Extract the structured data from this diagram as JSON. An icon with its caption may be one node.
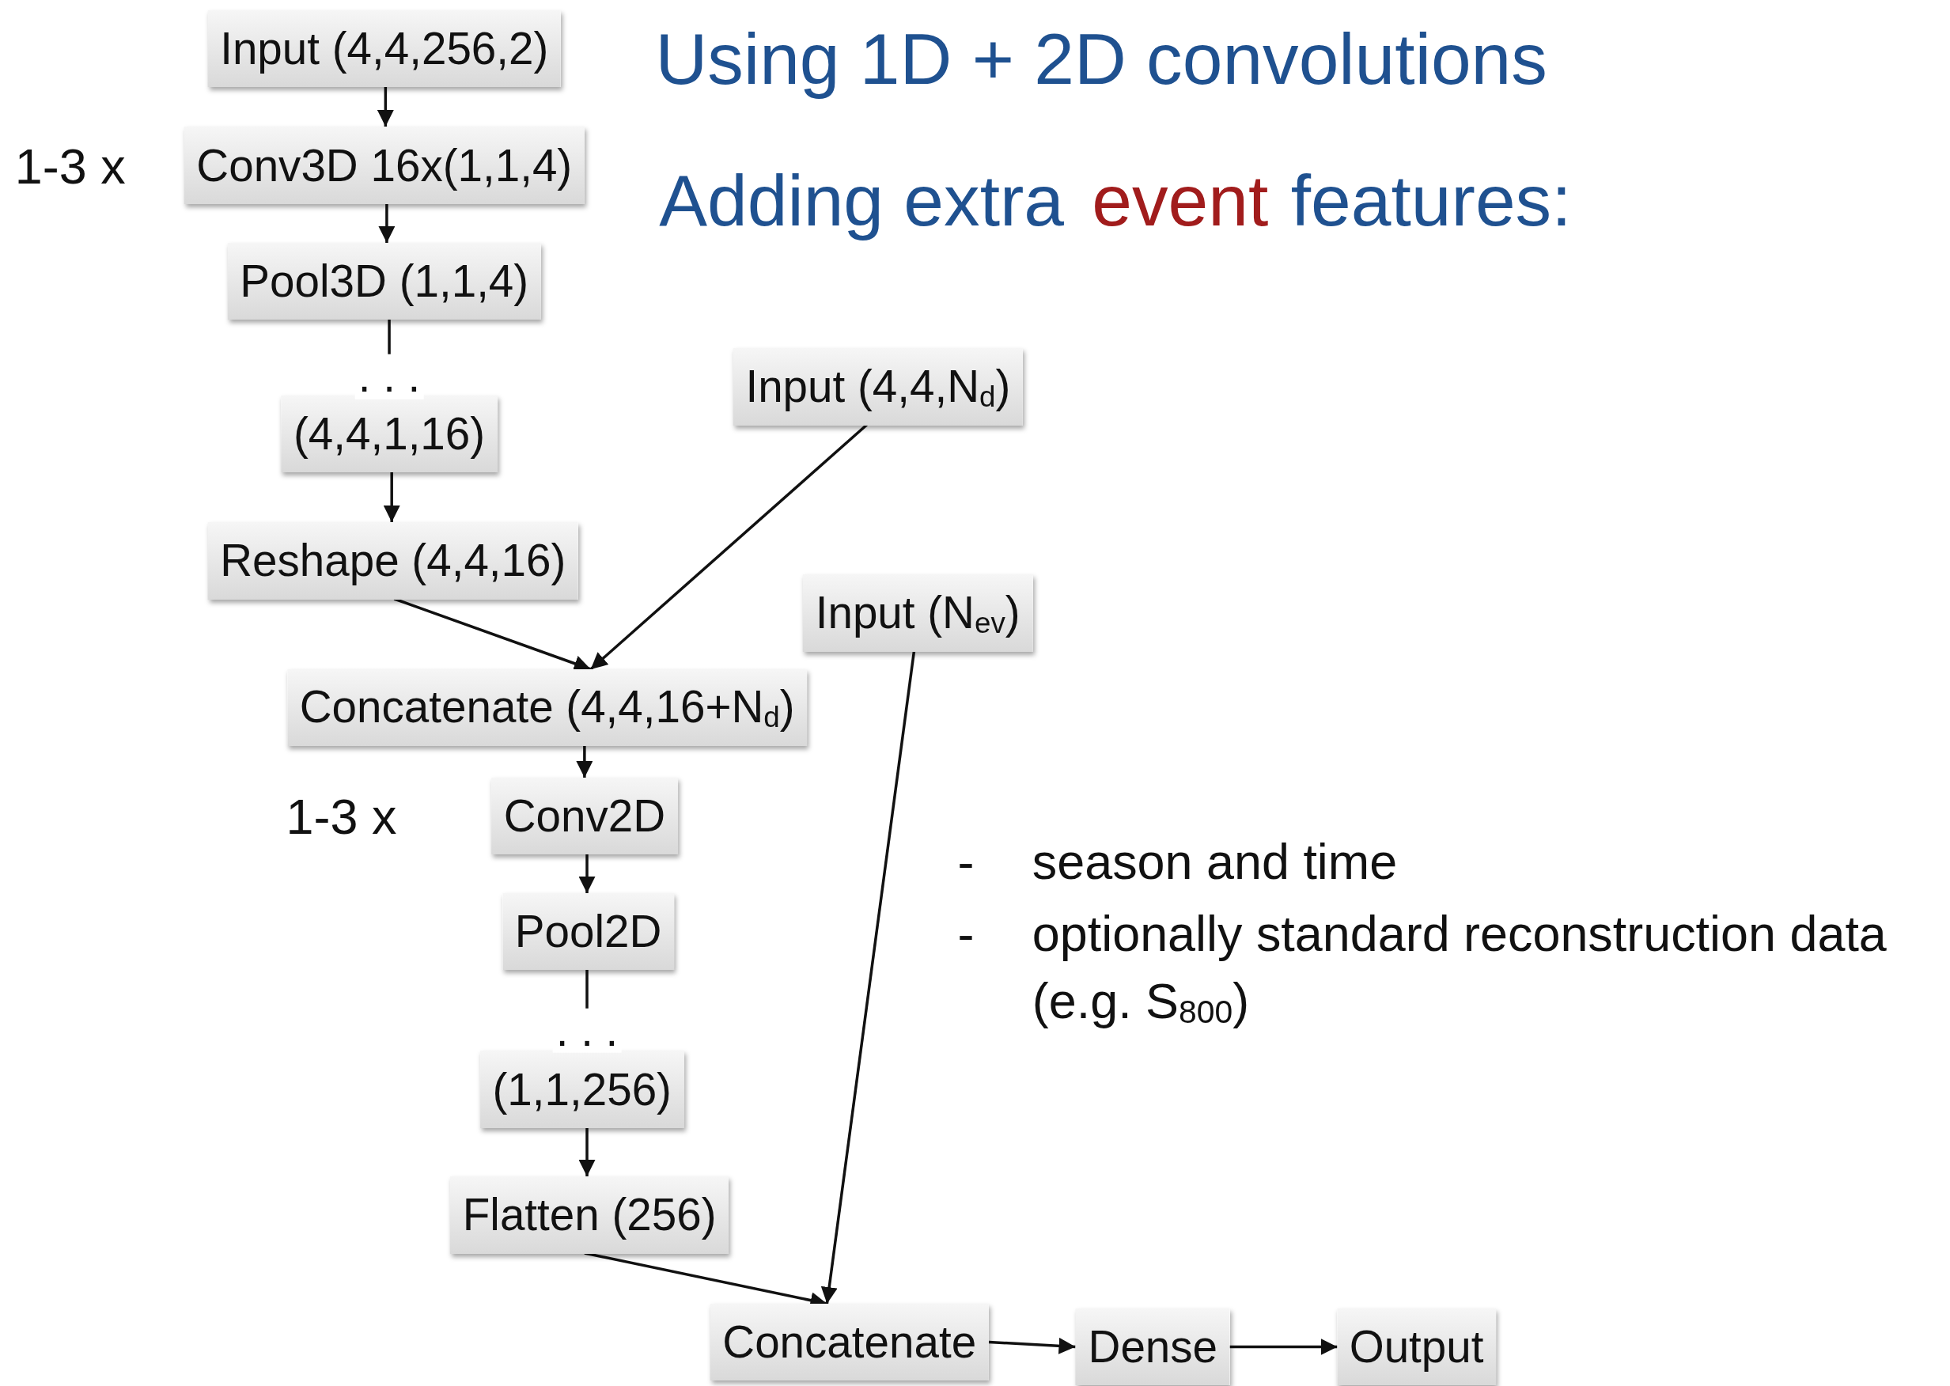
{
  "diagram": {
    "nodes": [
      {
        "text": [
          "Input (4,4,256,2)"
        ]
      },
      {
        "text": [
          "Conv3D 16x(1,1,4)"
        ]
      },
      {
        "text": [
          "Pool3D (1,1,4)"
        ]
      },
      {
        "text": [
          "(4,4,1,16)"
        ]
      },
      {
        "text": [
          "Reshape (4,4,16)"
        ]
      },
      {
        "text": [
          "Input (4,4,N$_{d}$)"
        ]
      },
      {
        "text": [
          "Input (N$_{ev}$)"
        ]
      },
      {
        "text": [
          "Concatenate (4,4,16+N$_{d}$)"
        ]
      },
      {
        "text": [
          "Conv2D"
        ]
      },
      {
        "text": [
          "Pool2D"
        ]
      },
      {
        "text": [
          "(1,1,256)"
        ]
      },
      {
        "text": [
          "Flatten (256)"
        ]
      },
      {
        "text": [
          "Concatenate"
        ]
      },
      {
        "text": [
          "Dense"
        ]
      },
      {
        "text": [
          "Output"
        ]
      }
    ],
    "edges": [
      {
        "from": 0,
        "to": 1,
        "arrow": "to"
      },
      {
        "from": 1,
        "to": 2,
        "arrow": "to"
      },
      {
        "from": 2,
        "to": 3,
        "arrow": "to",
        "label": ". . ."
      },
      {
        "from": 3,
        "to": 4,
        "arrow": "to"
      },
      {
        "from": 4,
        "to": 7,
        "arrow": "to"
      },
      {
        "from": 5,
        "to": 7,
        "arrow": "to"
      },
      {
        "from": 7,
        "to": 8,
        "arrow": "to"
      },
      {
        "from": 8,
        "to": 9,
        "arrow": "to"
      },
      {
        "from": 9,
        "to": 10,
        "arrow": "to",
        "label": ". . ."
      },
      {
        "from": 10,
        "to": 11,
        "arrow": "to"
      },
      {
        "from": 11,
        "to": 12,
        "arrow": "to"
      },
      {
        "from": 6,
        "to": 12,
        "arrow": "to"
      },
      {
        "from": 12,
        "to": 13,
        "arrow": "to"
      },
      {
        "from": 13,
        "to": 14,
        "arrow": "to"
      }
    ],
    "labels": [
      "Using 1D + 2D convolutions",
      "Adding extra",
      "event",
      "features:",
      "1-3 x",
      "1-3 x",
      "-",
      "season and time",
      "-",
      "optionally standard reconstruction data (e.g. S$_{800}$)"
    ]
  }
}
